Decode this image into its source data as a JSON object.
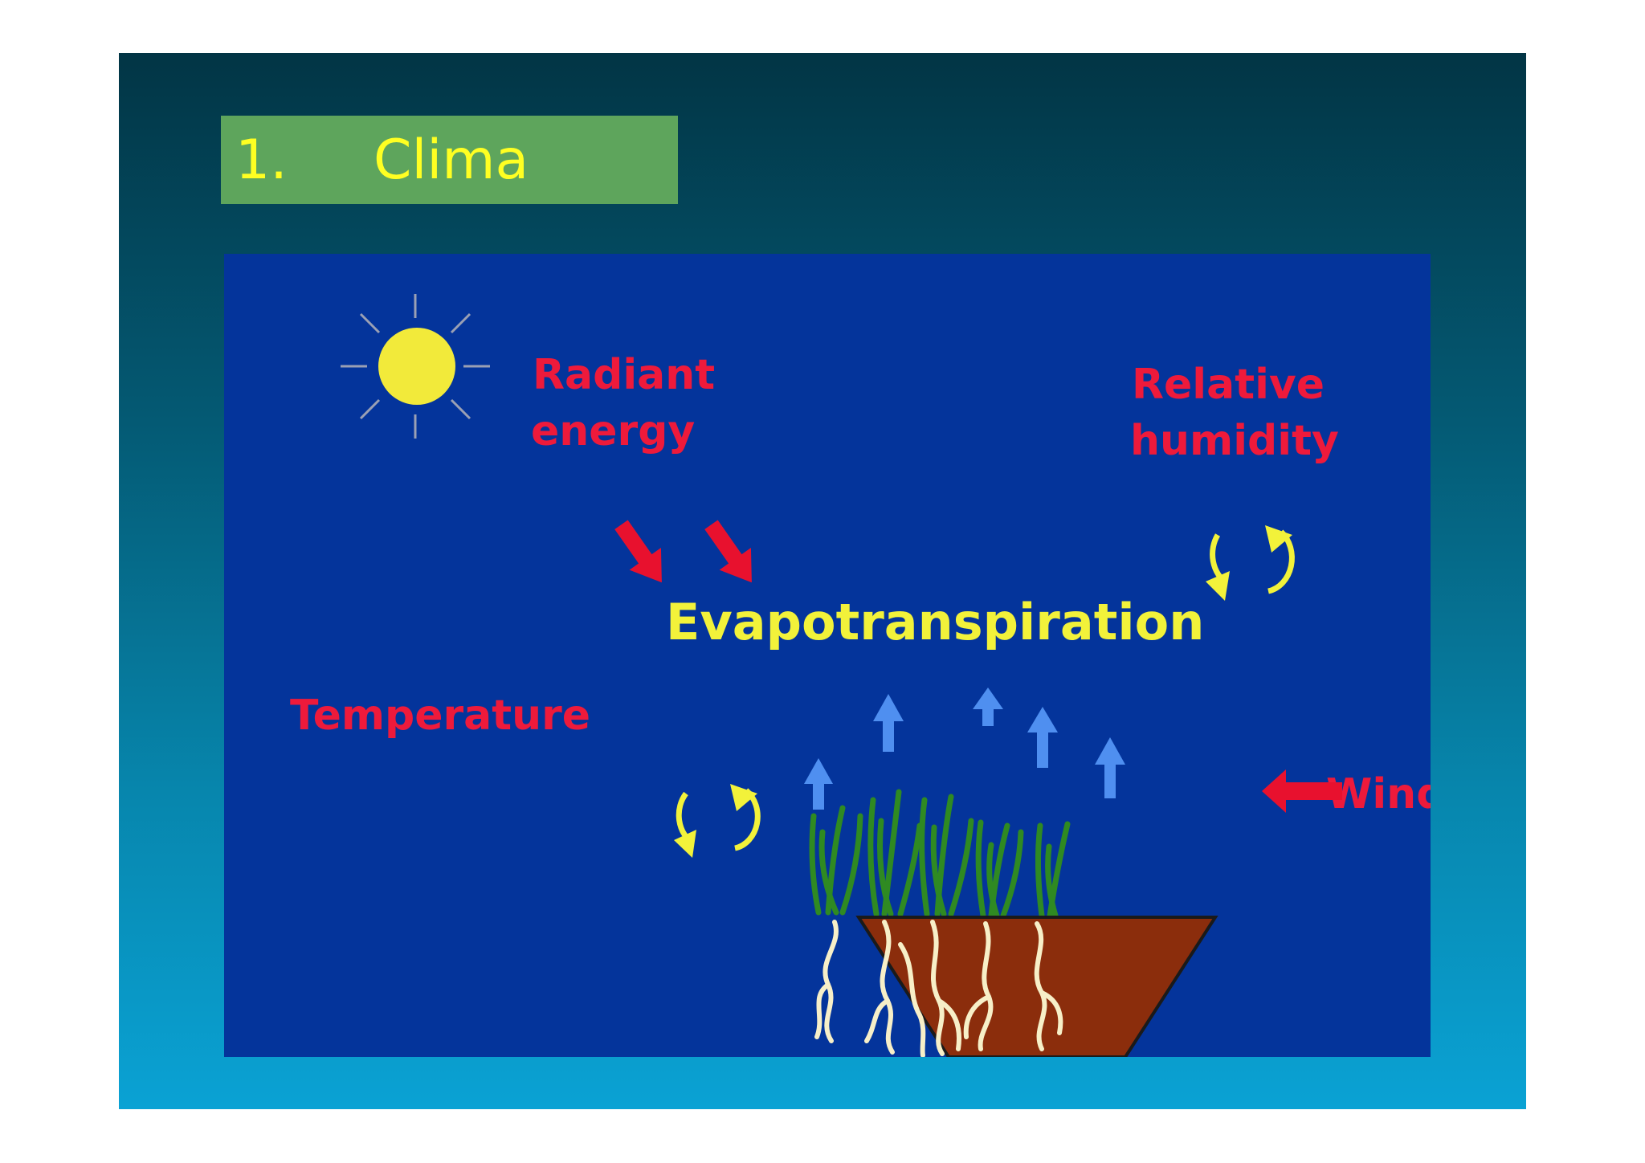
{
  "slide": {
    "title_number": "1.",
    "title_text": "Clima"
  },
  "diagram": {
    "labels": {
      "radiant_line1": "Radiant",
      "radiant_line2": "energy",
      "humidity_line1": "Relative",
      "humidity_line2": "humidity",
      "evapotranspiration": "Evapotranspiration",
      "temperature": "Temperature",
      "wind": "Wind"
    }
  },
  "colors": {
    "background_top": "#023545",
    "background_bottom": "#0aa2d4",
    "title_box": "#5ea55c",
    "title_text": "#ffff22",
    "panel": "#04349b",
    "factor_label": "#ee1a3b",
    "process_label": "#f2f23a",
    "sun": "#f2ea3a",
    "up_arrows": "#4f8ff0",
    "soil": "#8b2d0c",
    "roots": "#f7efc8",
    "grass": "#2f8a22"
  }
}
